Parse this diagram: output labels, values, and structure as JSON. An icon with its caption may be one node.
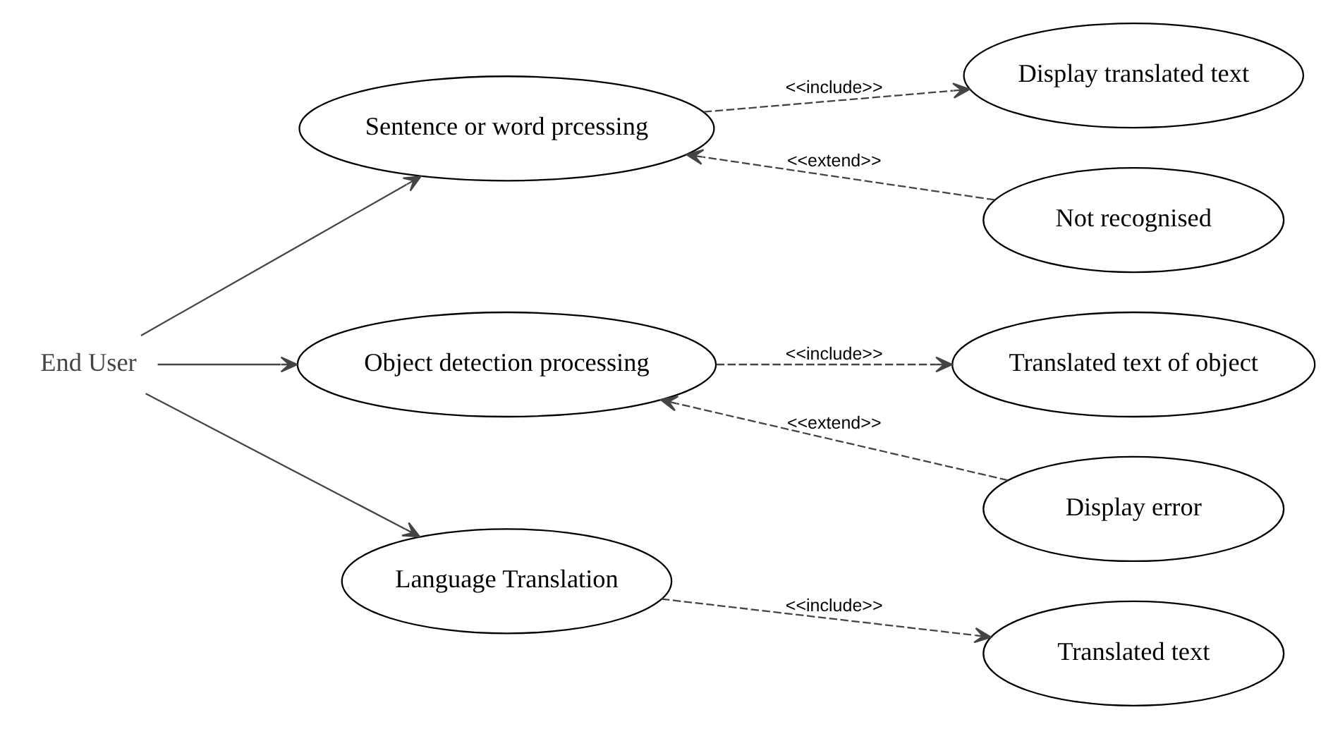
{
  "diagram": {
    "nodes": [
      {
        "text": [
          "End User"
        ]
      },
      {
        "text": [
          "Sentence or word prcessing"
        ]
      },
      {
        "text": [
          "Object detection processing"
        ]
      },
      {
        "text": [
          "Language Translation"
        ]
      },
      {
        "text": [
          "Display translated text"
        ]
      },
      {
        "text": [
          "Not recognised"
        ]
      },
      {
        "text": [
          "Translated text of object"
        ]
      },
      {
        "text": [
          "Display error"
        ]
      },
      {
        "text": [
          "Translated text"
        ]
      }
    ],
    "edges": [
      {
        "from": 0,
        "to": 1,
        "arrow": "to"
      },
      {
        "from": 0,
        "to": 2,
        "arrow": "to"
      },
      {
        "from": 0,
        "to": 3,
        "arrow": "to"
      },
      {
        "from": 1,
        "to": 4,
        "arrow": "to",
        "style": "dashed",
        "label": "<<include>>"
      },
      {
        "from": 5,
        "to": 1,
        "arrow": "to",
        "style": "dashed",
        "label": "<<extend>>"
      },
      {
        "from": 2,
        "to": 6,
        "arrow": "to",
        "style": "dashed",
        "label": "<<include>>"
      },
      {
        "from": 7,
        "to": 2,
        "arrow": "to",
        "style": "dashed",
        "label": "<<extend>>"
      },
      {
        "from": 3,
        "to": 8,
        "arrow": "to",
        "style": "dashed",
        "label": "<<include>>"
      }
    ]
  }
}
